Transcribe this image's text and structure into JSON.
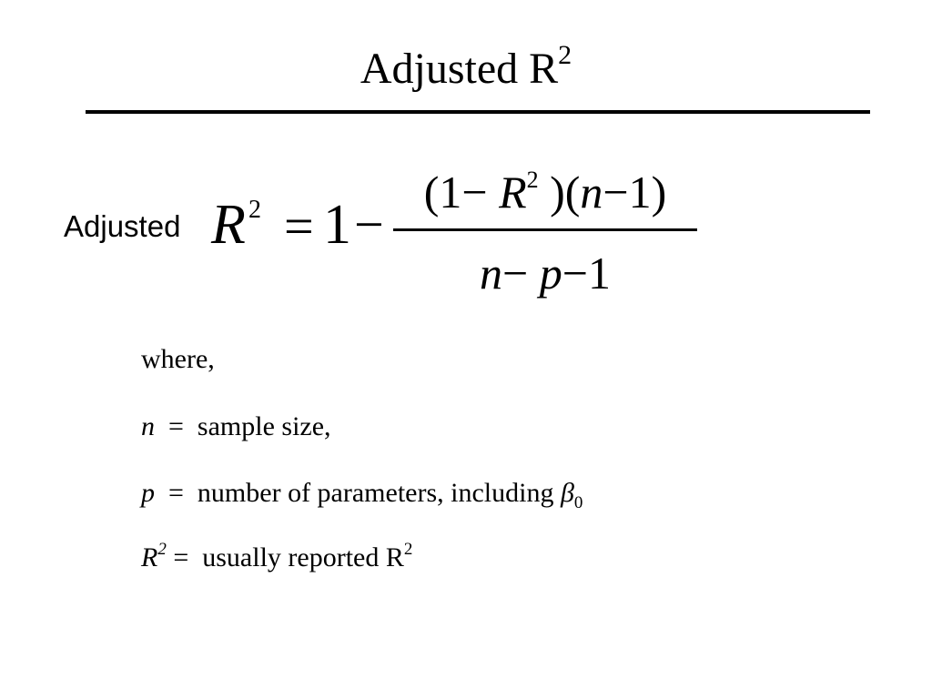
{
  "slide": {
    "title": "Adjusted R",
    "title_sup": "2"
  },
  "formula": {
    "label": "Adjusted",
    "lhs_var": "R",
    "lhs_sup": "2",
    "equals": "=",
    "one": "1",
    "minus": "−",
    "numerator": {
      "open1": "(1",
      "minus1": "−",
      "var_R": "R",
      "sup": "2",
      "close_open": ")(",
      "var_n": "n",
      "minus2": "−",
      "end": "1)"
    },
    "denominator": {
      "var_n": "n",
      "minus1": "−",
      "var_p": "p",
      "minus2": "−",
      "one": "1"
    }
  },
  "definitions": {
    "intro": "where,",
    "items": [
      {
        "symbol": "n",
        "sep": "=",
        "text": "sample size,"
      },
      {
        "symbol": "p",
        "sep": "=",
        "text": "number of parameters, including ",
        "beta": "β",
        "beta_sub": "0"
      },
      {
        "symbol": "R",
        "symbol_sup": "2",
        "sep": "=",
        "text": "usually reported R",
        "text_sup": "2"
      }
    ]
  }
}
